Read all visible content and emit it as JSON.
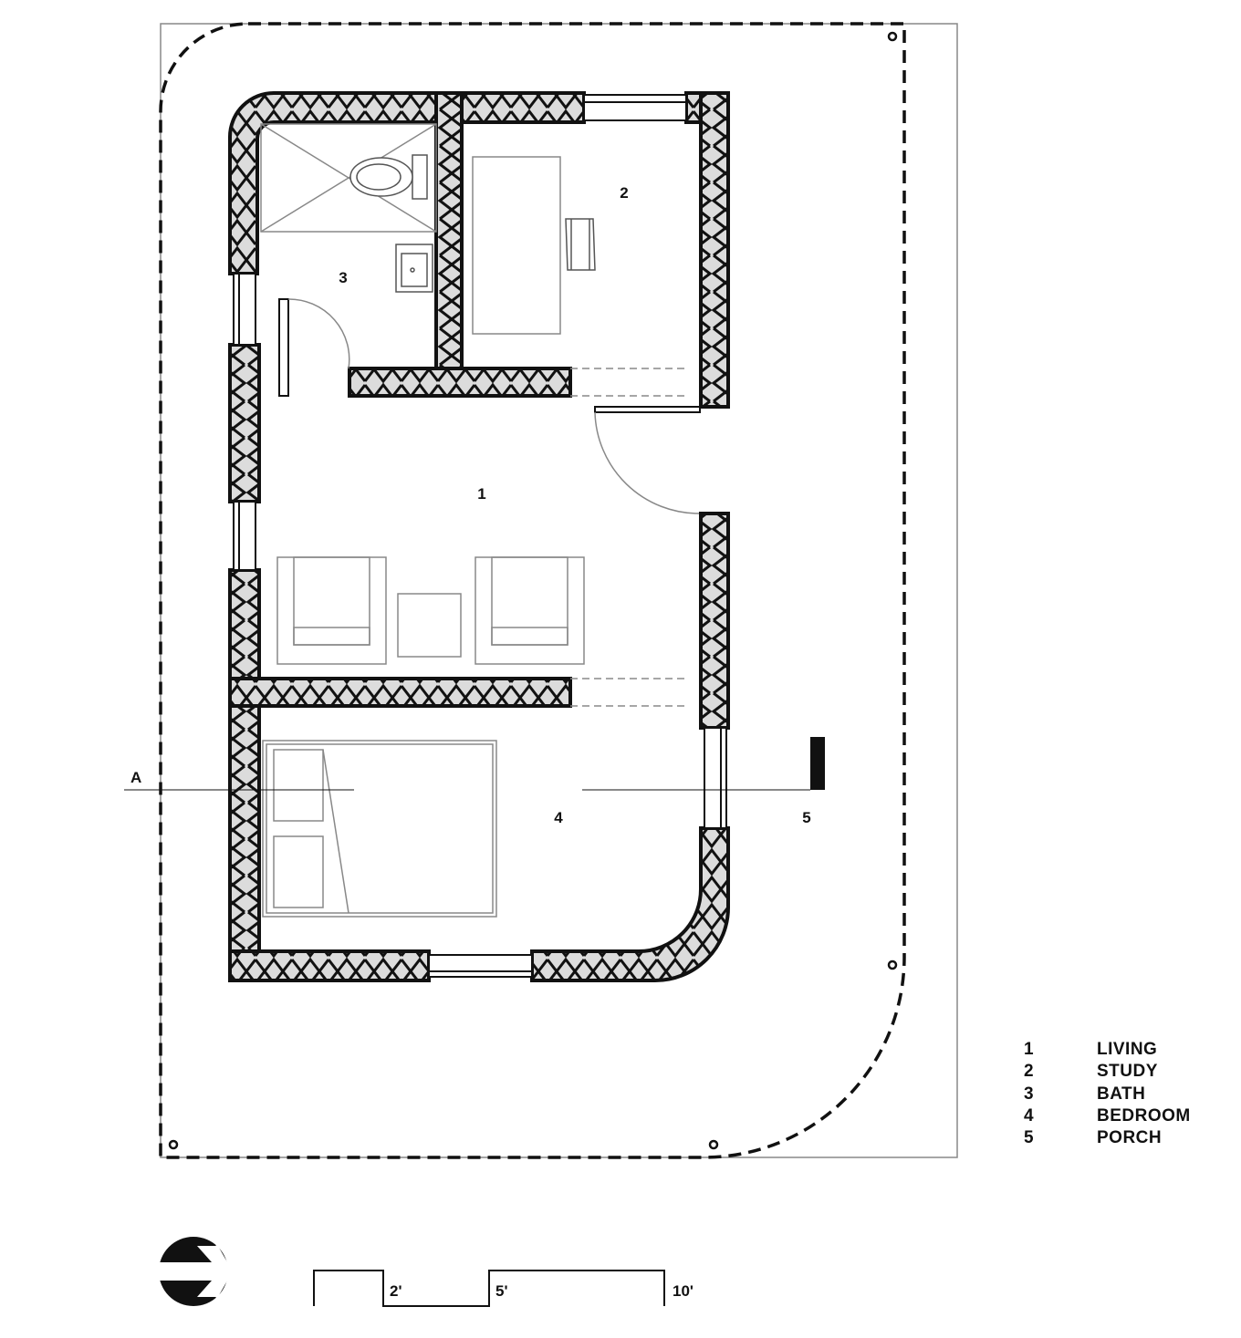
{
  "rooms": [
    {
      "number": "1",
      "name": "LIVING"
    },
    {
      "number": "2",
      "name": "STUDY"
    },
    {
      "number": "3",
      "name": "BATH"
    },
    {
      "number": "4",
      "name": "BEDROOM"
    },
    {
      "number": "5",
      "name": "PORCH"
    }
  ],
  "section_marker": "A",
  "scale_bar": {
    "labels": [
      "2'",
      "5'",
      "10'"
    ]
  },
  "colors": {
    "wall_fill": "#dcdcdc",
    "line": "#111111",
    "furniture": "#888888"
  }
}
